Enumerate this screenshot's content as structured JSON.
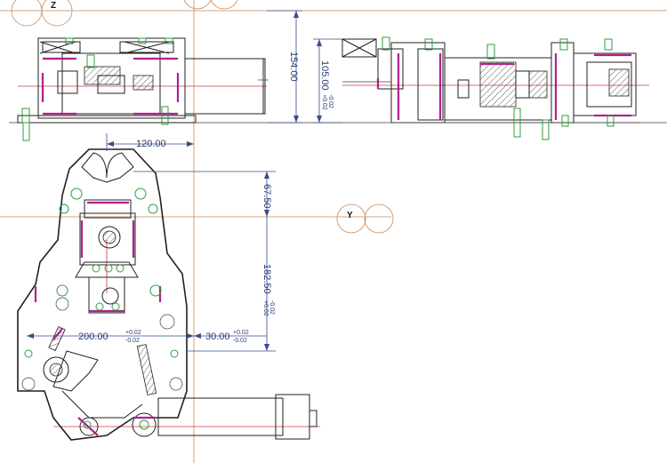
{
  "views": {
    "z_label": "Z",
    "y_label": "Y"
  },
  "dimensions": {
    "d154": "154.00",
    "d105_main": "105.00",
    "d105_tol_upper": "+0.02",
    "d105_tol_lower": "-0.02",
    "d120": "120.00",
    "d67": "67.50",
    "d182_main": "182.50",
    "d182_tol_upper": "+0.02",
    "d182_tol_lower": "-0.02",
    "d200_main": "200.00",
    "d200_tol_upper": "+0.02",
    "d200_tol_lower": "-0.02",
    "d30_main": "30.00",
    "d30_tol_upper": "+0.02",
    "d30_tol_lower": "-0.02"
  },
  "colors": {
    "centerline": "#c98a5a",
    "dimension": "#3a4a8a",
    "fastener": "#2f9e3f",
    "highlight": "#b0208c"
  }
}
